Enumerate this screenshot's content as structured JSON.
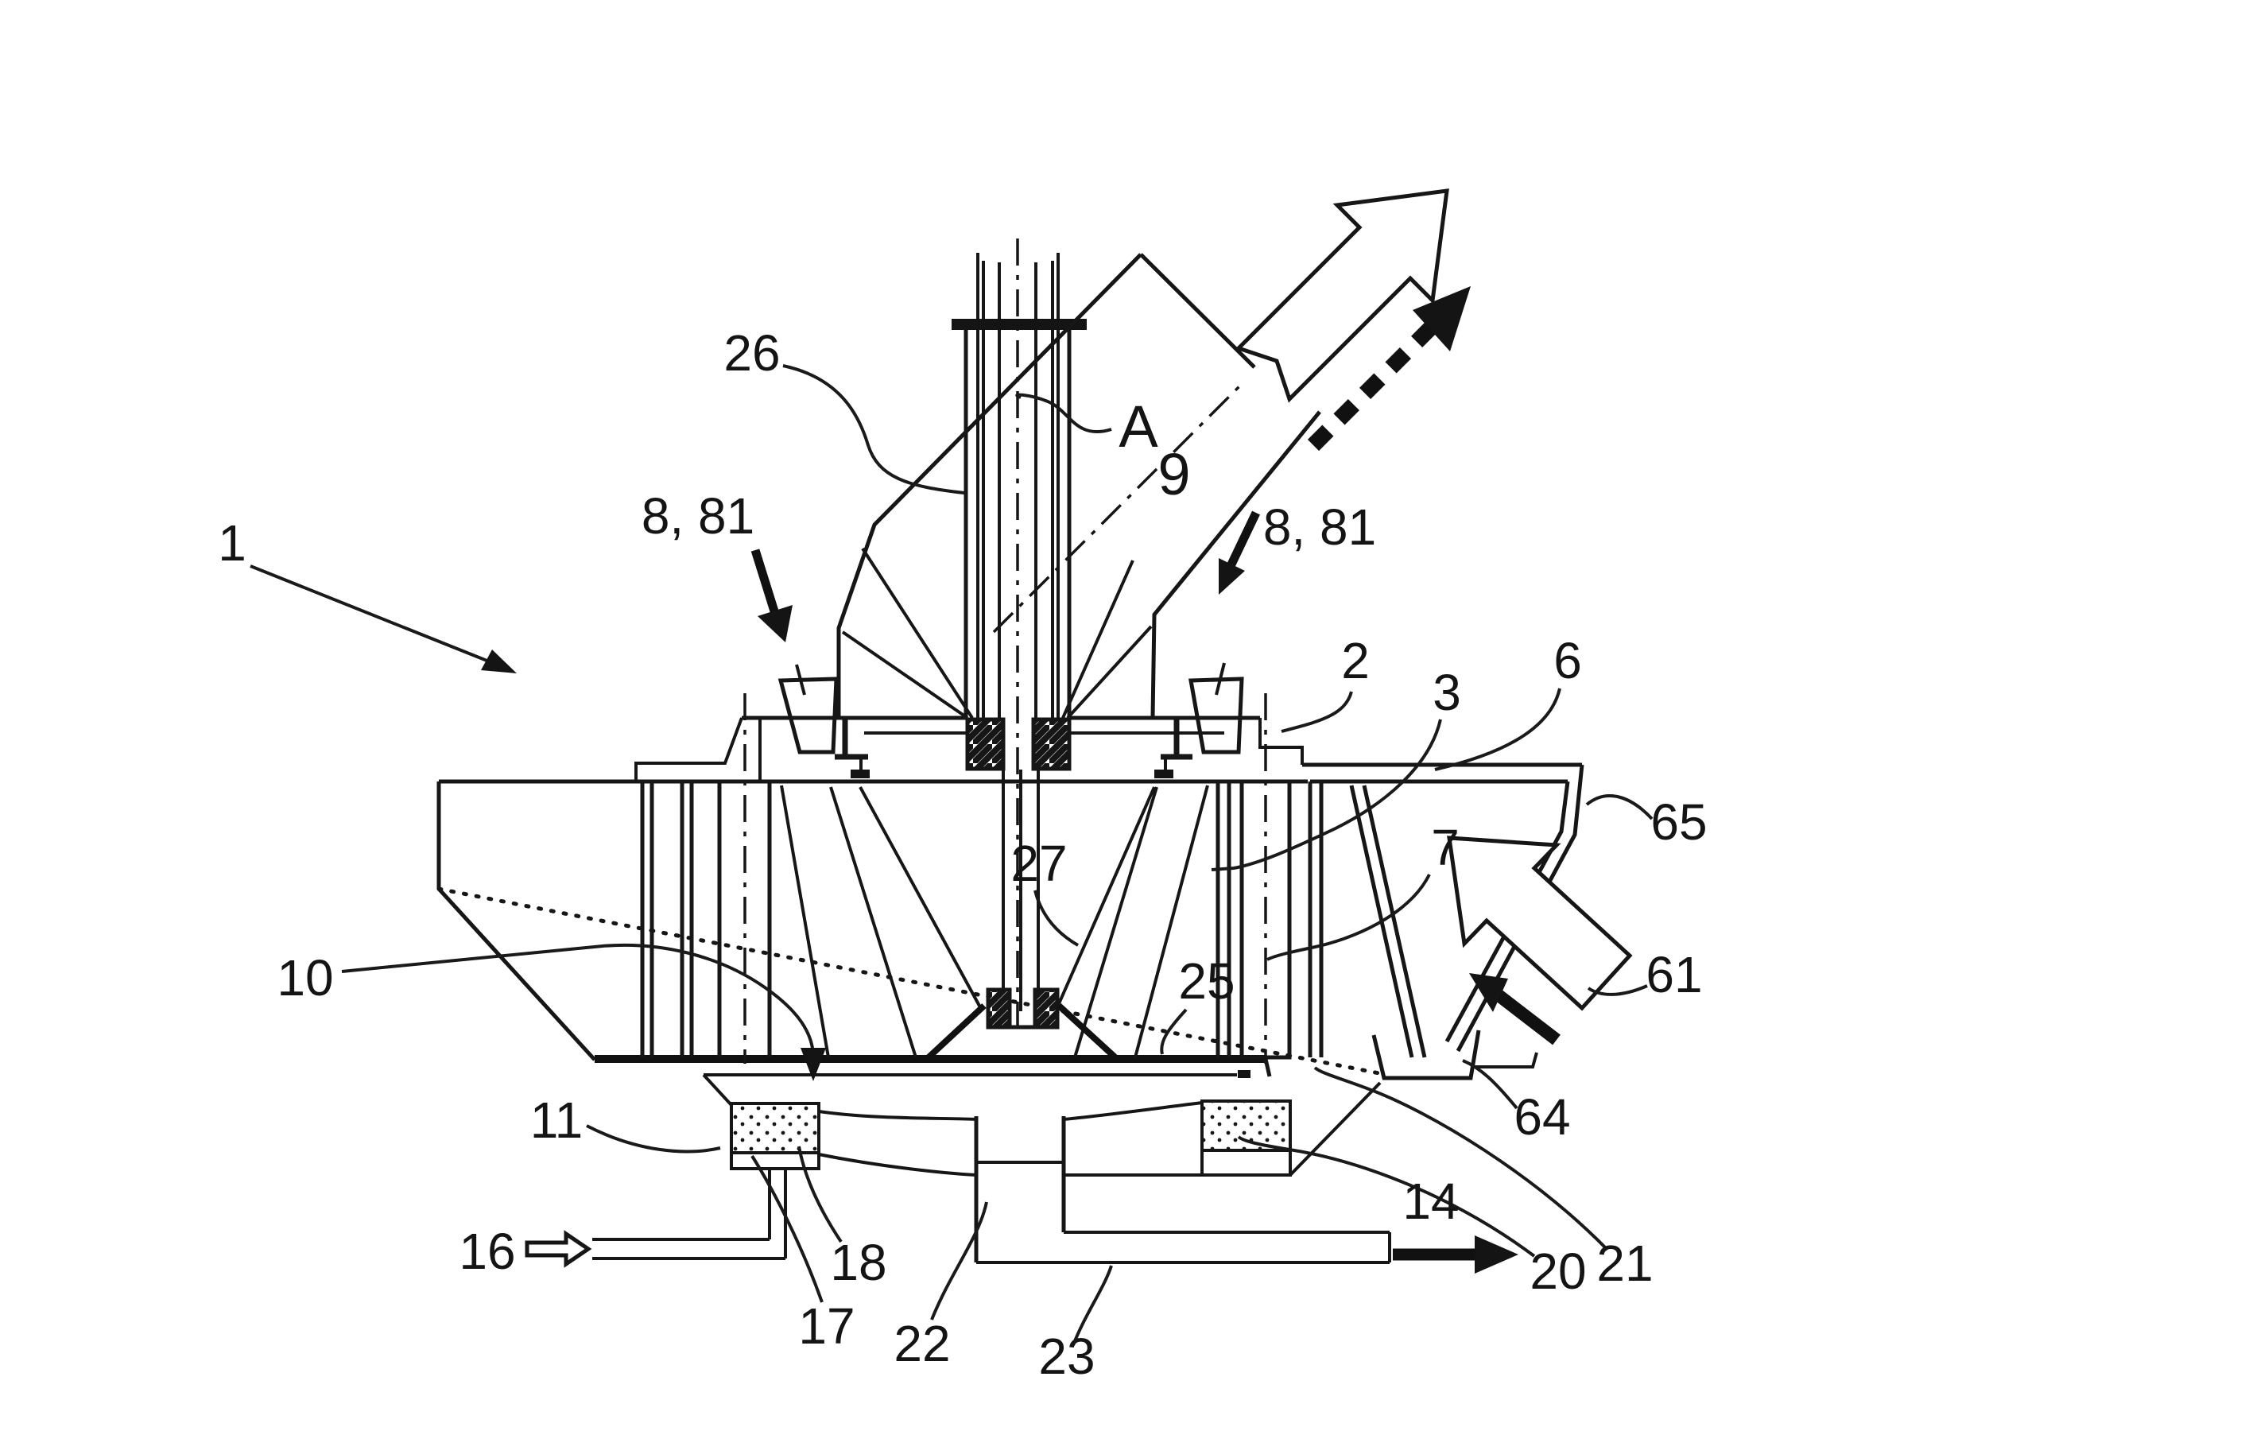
{
  "figure": {
    "kind": "patent-line-drawing",
    "background": "#ffffff",
    "ink": "#161616",
    "labels": [
      {
        "id": "1",
        "text": "1"
      },
      {
        "id": "26",
        "text": "26"
      },
      {
        "id": "A",
        "text": "A"
      },
      {
        "id": "9",
        "text": "9"
      },
      {
        "id": "8-81-left",
        "text": "8, 81"
      },
      {
        "id": "8-81-right",
        "text": "8, 81"
      },
      {
        "id": "2",
        "text": "2"
      },
      {
        "id": "3",
        "text": "3"
      },
      {
        "id": "6",
        "text": "6"
      },
      {
        "id": "65",
        "text": "65"
      },
      {
        "id": "7",
        "text": "7"
      },
      {
        "id": "61",
        "text": "61"
      },
      {
        "id": "27",
        "text": "27"
      },
      {
        "id": "25",
        "text": "25"
      },
      {
        "id": "10",
        "text": "10"
      },
      {
        "id": "64",
        "text": "64"
      },
      {
        "id": "11",
        "text": "11"
      },
      {
        "id": "16",
        "text": "16"
      },
      {
        "id": "17",
        "text": "17"
      },
      {
        "id": "18",
        "text": "18"
      },
      {
        "id": "22",
        "text": "22"
      },
      {
        "id": "23",
        "text": "23"
      },
      {
        "id": "14",
        "text": "14"
      },
      {
        "id": "20",
        "text": "20"
      },
      {
        "id": "21",
        "text": "21"
      }
    ]
  }
}
